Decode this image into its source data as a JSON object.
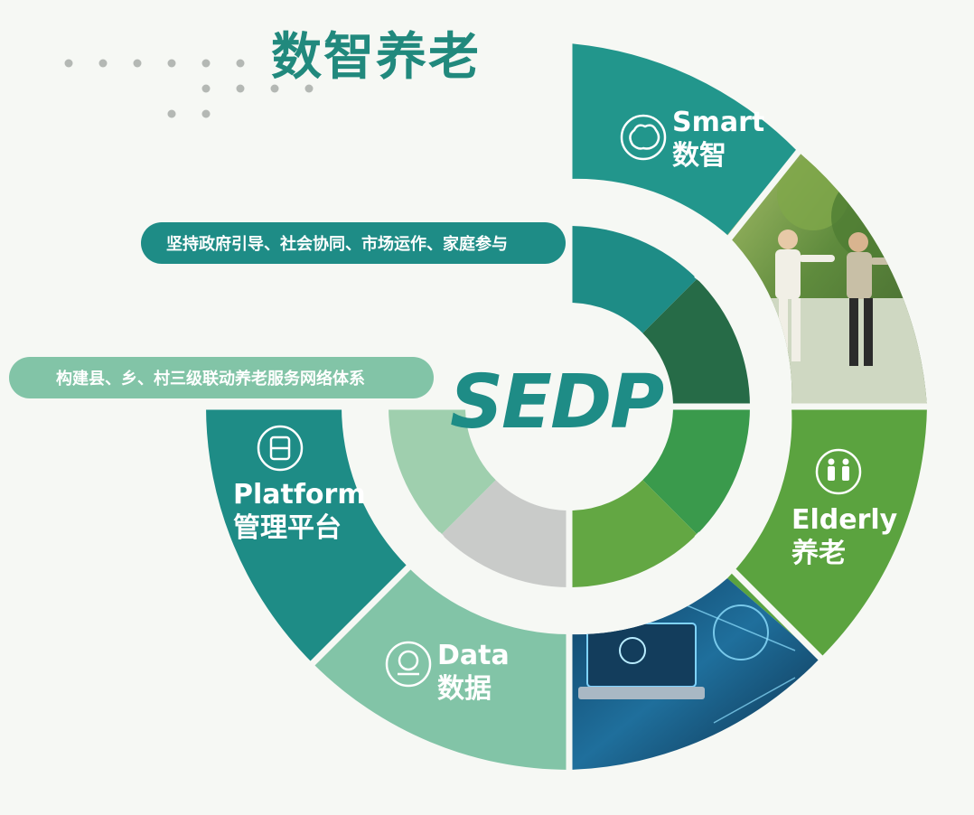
{
  "title": "数智养老",
  "center_logo": "SEDP",
  "principles": [
    "坚持政府引导、社会协同、市场运作、家庭参与",
    "构建县、乡、村三级联动养老服务网络体系"
  ],
  "segments": {
    "smart": {
      "en": "Smart",
      "zh": "数智",
      "icon": "brain-icon"
    },
    "elderly": {
      "en": "Elderly",
      "zh": "养老",
      "icon": "elderly-couple-icon"
    },
    "data": {
      "en": "Data",
      "zh": "数据",
      "icon": "data-sphere-icon"
    },
    "platform": {
      "en": "Platform",
      "zh": "管理平台",
      "icon": "platform-device-icon"
    }
  },
  "colors": {
    "teal": "#1e8c86",
    "dark_green": "#266b47",
    "green": "#5fa341",
    "light_green": "#82c4a7",
    "gray": "#c9cbc9",
    "title": "#21897d"
  }
}
